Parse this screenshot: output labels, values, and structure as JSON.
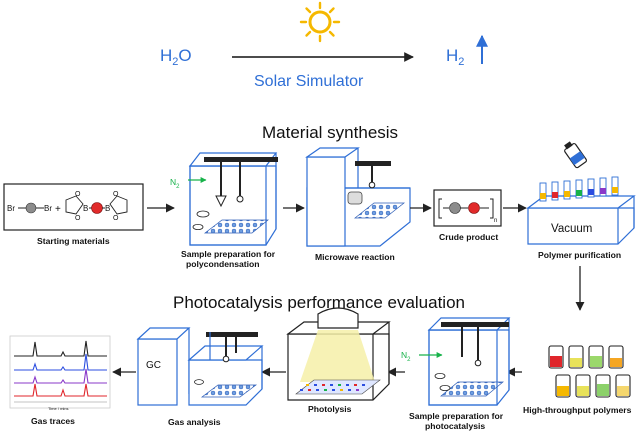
{
  "reaction": {
    "reactant": "H",
    "reactant_sub": "2",
    "reactant_tail": "O",
    "product": "H",
    "product_sub": "2",
    "condition": "Solar Simulator"
  },
  "sections": {
    "synthesis_title": "Material synthesis",
    "photocatalysis_title": "Photocatalysis performance evaluation"
  },
  "starting_materials": {
    "br_left": "Br",
    "br_right": "Br",
    "plus": "+",
    "b_left": "B",
    "b_right": "B",
    "o_marks": [
      "O",
      "O",
      "O",
      "O"
    ],
    "caption": "Starting materials"
  },
  "steps": {
    "polycondensation_gas": "N",
    "polycondensation_gas_sub": "2",
    "polycondensation_caption_1": "Sample preparation for",
    "polycondensation_caption_2": "polycondensation",
    "microwave_caption": "Microwave reaction",
    "crude_caption": "Crude product",
    "crude_subscript": "n",
    "vacuum_label": "Vacuum",
    "purification_caption": "Polymer purification",
    "htp_caption": "High-throughput polymers",
    "photocatalysis_gas": "N",
    "photocatalysis_gas_sub": "2",
    "photocatalysis_caption_1": "Sample preparation for",
    "photocatalysis_caption_2": "photocatalysis",
    "photolysis_caption": "Photolysis",
    "gc_label": "GC",
    "gas_analysis_caption": "Gas analysis",
    "gas_traces_caption": "Gas traces",
    "trace_axis_label": "Time / mins"
  },
  "colors": {
    "accent_blue": "#2f6fd6",
    "sun": "#f5b800",
    "gas_arrow": "#17b24a",
    "trace_black": "#222222",
    "trace_blue": "#2b4de0",
    "trace_purple": "#8a39c9",
    "trace_red": "#e0262b"
  }
}
